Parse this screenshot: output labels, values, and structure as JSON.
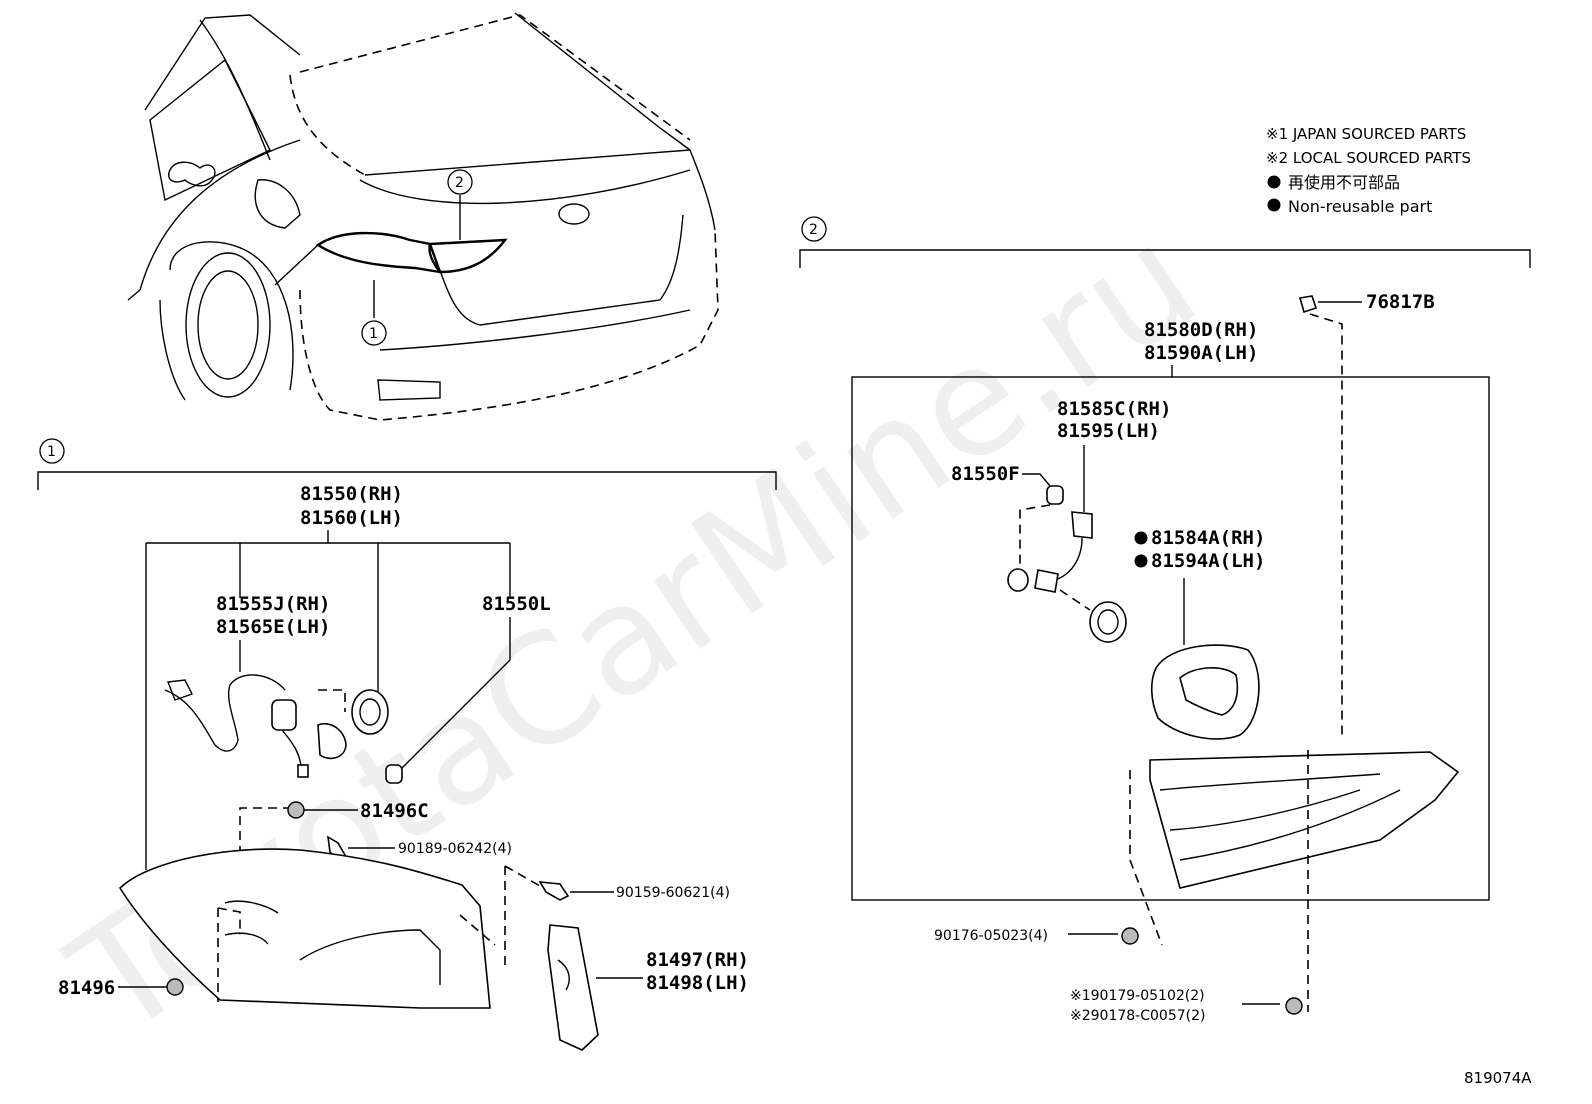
{
  "legend": {
    "note1": "※1 JAPAN SOURCED PARTS",
    "note2": "※2 LOCAL SOURCED PARTS",
    "non_reusable_jp": "再使用不可部品",
    "non_reusable_en": "Non-reusable part"
  },
  "callouts": {
    "c1": "1",
    "c2": "2"
  },
  "watermark": "ToyotaCarMine.ru",
  "group1": {
    "assembly_rh": "81550(RH)",
    "assembly_lh": "81560(LH)",
    "socket_rh": "81555J(RH)",
    "socket_lh": "81565E(LH)",
    "bulb": "81550L",
    "nut_c": "81496C",
    "screw1": "90189-06242(4)",
    "screw2": "90159-60621(4)",
    "bracket_rh": "81497(RH)",
    "bracket_lh": "81498(LH)",
    "nut": "81496"
  },
  "group2": {
    "assembly_rh": "81580D(RH)",
    "assembly_lh": "81590A(LH)",
    "clip": "76817B",
    "socket_rh": "81585C(RH)",
    "socket_lh": "81595(LH)",
    "bulb": "81550F",
    "gasket_rh": "81584A(RH)",
    "gasket_lh": "81594A(LH)",
    "screw": "90176-05023(4)",
    "nut_jp": "※190179-05102(2)",
    "nut_local": "※290178-C0057(2)"
  },
  "diagram_code": "819074A"
}
